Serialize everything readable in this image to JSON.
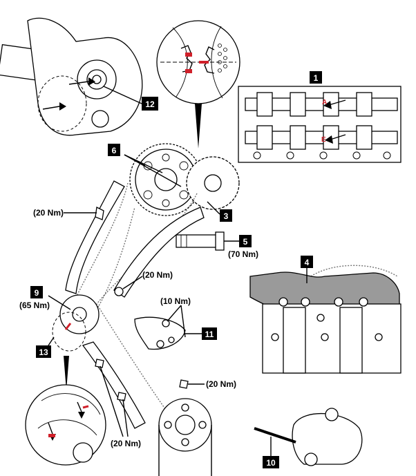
{
  "callouts": {
    "c1": "1",
    "c3": "3",
    "c4": "4",
    "c5": "5",
    "c6": "6",
    "c9": "9",
    "c10": "10",
    "c11": "11",
    "c12": "12",
    "c13": "13"
  },
  "torques": {
    "guide_upper": "(20 Nm)",
    "tensioner": "(70 Nm)",
    "guide_mid": "(20 Nm)",
    "crank": "(65 Nm)",
    "oil_pump": "(10 Nm)",
    "guide_right": "(20 Nm)",
    "guide_bottom": "(20 Nm)"
  },
  "cam_marks": {
    "intake": "A",
    "exhaust": "E"
  },
  "colors": {
    "mark": "#d0202a",
    "gasket": "#9a9a9a"
  }
}
